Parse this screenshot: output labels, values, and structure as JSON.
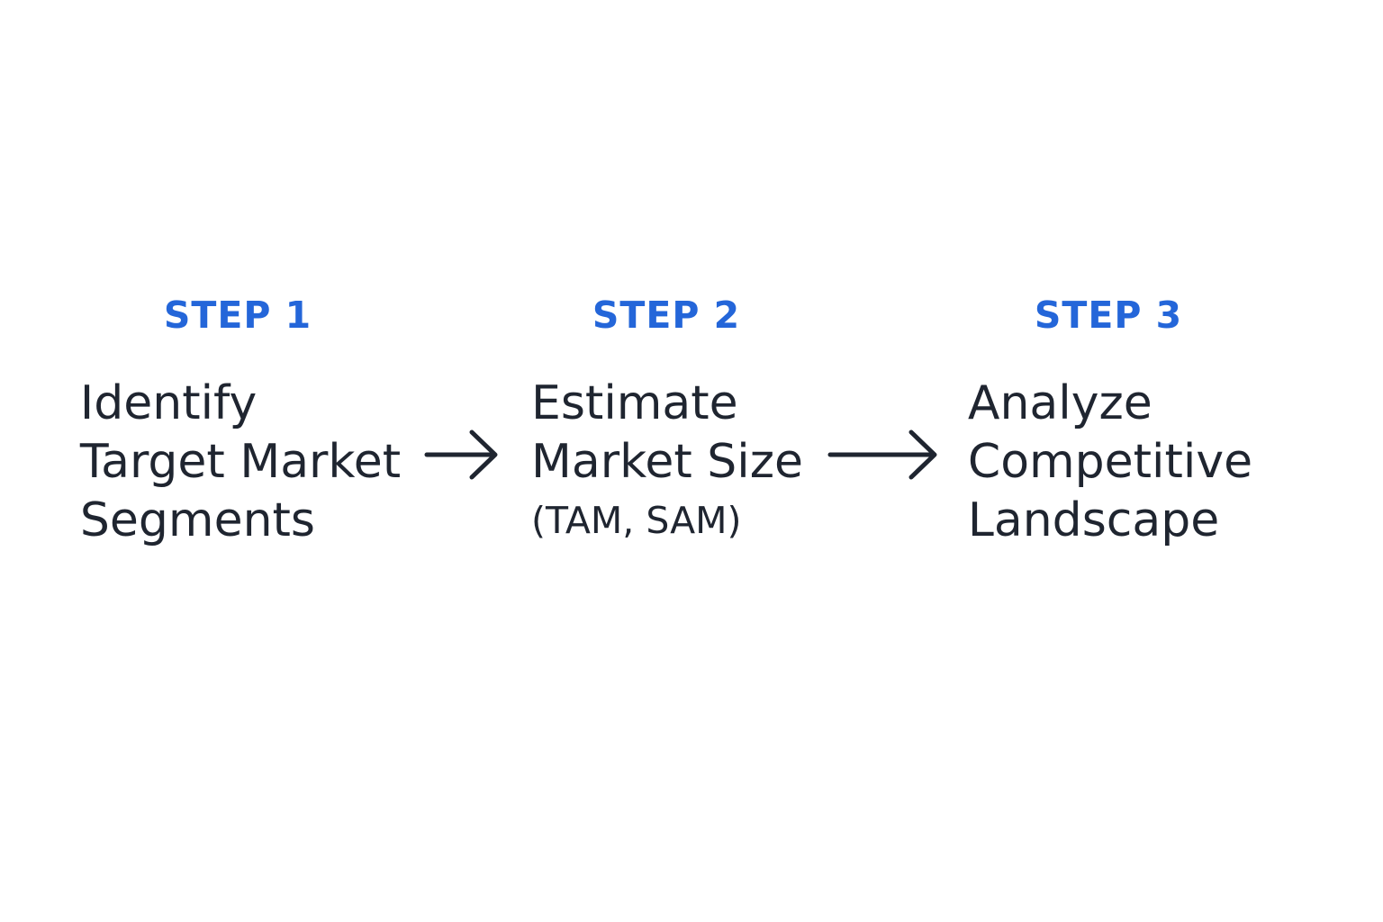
{
  "colors": {
    "accent": "#2466d9",
    "text": "#1f2530",
    "arrow": "#1f2530"
  },
  "steps": [
    {
      "label": "STEP 1",
      "lines": [
        "Identify",
        "Target Market",
        "Segments"
      ]
    },
    {
      "label": "STEP 2",
      "lines": [
        "Estimate",
        "Market Size",
        "(TAM, SAM)"
      ]
    },
    {
      "label": "STEP 3",
      "lines": [
        "Analyze",
        "Competitive",
        "Landscape"
      ]
    }
  ],
  "connectors": [
    {
      "from": "STEP 1",
      "to": "STEP 2",
      "icon": "arrow-right-icon"
    },
    {
      "from": "STEP 2",
      "to": "STEP 3",
      "icon": "arrow-right-icon"
    }
  ]
}
